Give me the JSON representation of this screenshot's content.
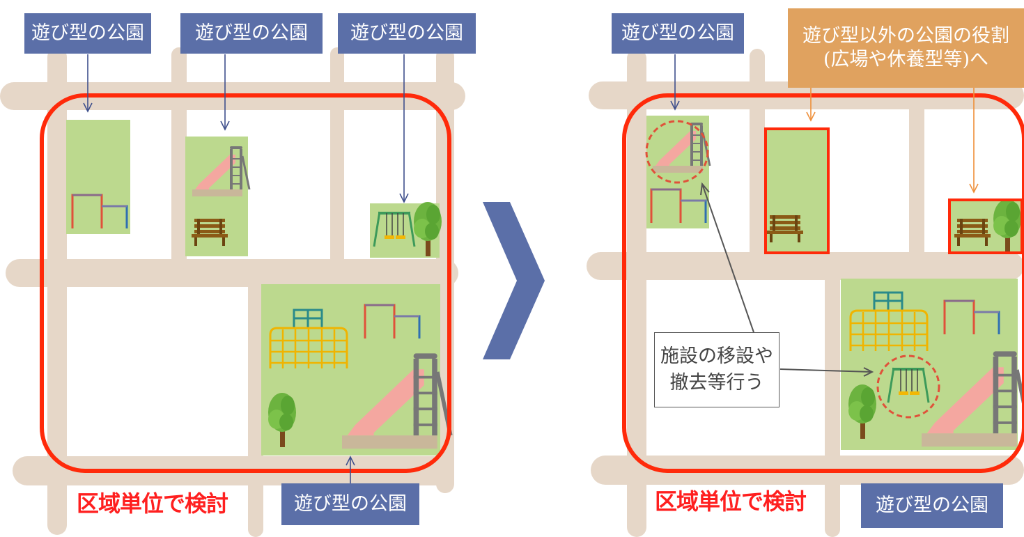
{
  "left": {
    "labels": [
      "遊び型の公園",
      "遊び型の公園",
      "遊び型の公園",
      "遊び型の公園"
    ],
    "area_caption": "区域単位で検討"
  },
  "right": {
    "labels": [
      "遊び型の公園",
      "遊び型の公園"
    ],
    "other_role_label": "遊び型以外の公園の役割\n(広場や休養型等)へ",
    "other_role_line1": "遊び型以外の公園の役割",
    "other_role_line2": "(広場や休養型等)へ",
    "note_line1": "施設の移設や",
    "note_line2": "撤去等行う",
    "area_caption": "区域単位で検討"
  },
  "colors": {
    "road": "#e6d7c8",
    "park": "#bcd98e",
    "area_outline": "#ff2a0a",
    "label_blue": "#5b6fa8",
    "label_orange": "#e0a25f",
    "arrow_chevron": "#5b6fa8",
    "slide": "#f4a7a0",
    "bench": "#8b5a16",
    "tree": "#6cb33f"
  },
  "icons": [
    "slide-icon",
    "bench-icon",
    "horizontal-bar-icon",
    "swing-icon",
    "tree-icon",
    "jungle-gym-icon",
    "chevron-right-icon"
  ]
}
